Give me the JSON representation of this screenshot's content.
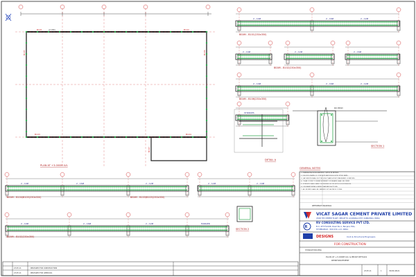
{
  "plan": {
    "title": "PLAN AT +3.000M LVL",
    "beams": [
      "B101",
      "B102",
      "B103",
      "B104",
      "B105",
      "B106",
      "B107"
    ],
    "beam_size_note": "(L=250)"
  },
  "beams": {
    "b1": {
      "title": "BEAM - B101(230x350)"
    },
    "b2": {
      "title": "BEAM - B102(230x350)"
    },
    "b3": {
      "title": "BEAM - B106(230x350)"
    },
    "b4": {
      "title": "BEAM - B104/B105(230x350)"
    },
    "b5": {
      "title": "BEAM - B103/B105(230x350)"
    },
    "b6": {
      "title": "BEAM - B102(230x350)"
    }
  },
  "bar_labels": [
    "2 - 10Ø",
    "2 - 12Ø",
    "2 - 16Ø",
    "STIRRUPS",
    "HANGER"
  ],
  "sections": {
    "detail_a": "DETAIL A",
    "section1": "SECTION 1",
    "section2": "SECTION 2",
    "rcc_label": "RCC BEAM"
  },
  "notes": {
    "heading": "GENERAL NOTES",
    "lines": [
      "1. DIMENSIONS IN MILLIMETERS, LEVELS IN METERS.",
      "2. USE M25 GRADE OF CONCRETE AND FE500 HYSD STEEL BARS.",
      "3. LAP LENGTH SHALL NOT BE LESS THAN 50D AT STAGGERED LOCATIONS.",
      "4. CLEAR COVER TO REINFORCEMENT FOR BEAMS SHALL BE 25MM.",
      "5. STIRRUPS SHALL HAVE 135 DEGREE HOOKS WITH 10D EXTENSION.",
      "6. FOR BEAM DETAILS REFER PLAN AND SECTIONS.",
      "7. ALL WORKS SHALL BE CARRIED OUT AS PER IS CODES."
    ]
  },
  "reference": {
    "heading": "REFERENCE DRAWINGS"
  },
  "title_block": {
    "client_name": "VICAT SAGAR CEMENT PRIVATE LIMITED",
    "client_addr": "(3000 TPD CEMENT PLANT, SEDAM TQ, GULBARGA DIST, KARNATAKA, INDIA)",
    "consultant_name": "RV CONSULTING SERVICE PVT LTD.",
    "consultant_addr1": "B-3, 4TH FLOOR, Road No.1, Banjara Hills,",
    "consultant_addr2": "HYDERABAD - 500 034, A.P., INDIA",
    "design_name": "DESIGNS",
    "design_sub": "Civil & Structural Engineers",
    "status": "FOR CONSTRUCTION",
    "project": "STORAGE BUILDING",
    "drawing_title": "PLAN AT +3.000M LVL & BEAM DETAILS",
    "drawing_subtitle": "REINFORCEMENT",
    "revision_1": "RELEASED FOR CONSTRUCTION",
    "revision_2": "RELEASED FOR APPROVAL",
    "date": "23.05.11",
    "sheet_no": "1",
    "drawing_no": "VSCPL-SB-01"
  },
  "colors": {
    "grid": "#d23a3a",
    "structure": "#1a1a1a",
    "reinforcement": "#2fa84f",
    "border": "#222222",
    "logo_blue": "#1f3fa8",
    "logo_red": "#d52424"
  }
}
